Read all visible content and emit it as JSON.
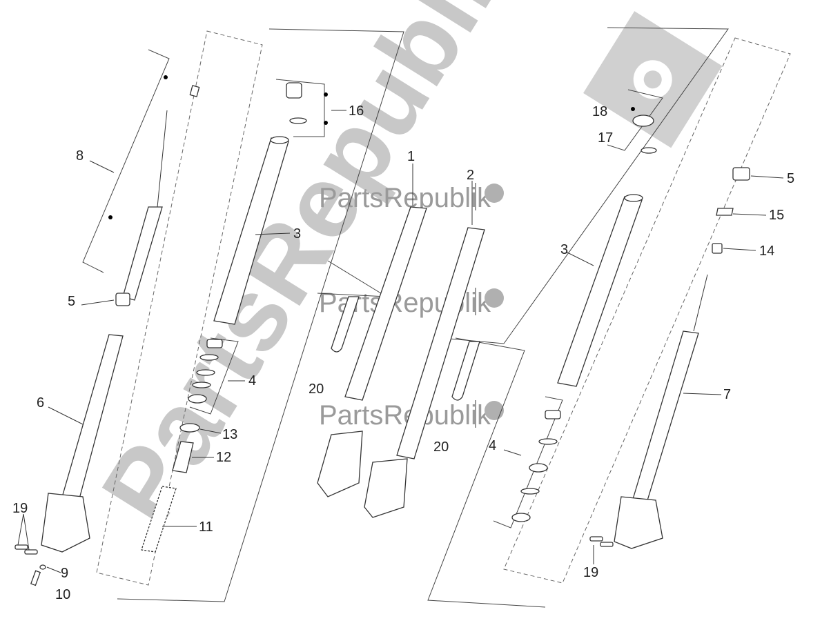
{
  "watermark": {
    "large_text": "PartsRepublik",
    "small_text": "PartsRepublik"
  },
  "callouts": {
    "n1": "1",
    "n2": "2",
    "n3_left": "3",
    "n3_right": "3",
    "n4_left": "4",
    "n4_right": "4",
    "n5_left": "5",
    "n5_right": "5",
    "n6": "6",
    "n7": "7",
    "n8": "8",
    "n9": "9",
    "n10": "10",
    "n11": "11",
    "n12": "12",
    "n13": "13",
    "n14": "14",
    "n15": "15",
    "n16": "16",
    "n17": "17",
    "n18": "18",
    "n19_left": "19",
    "n19_right": "19",
    "n20_left": "20",
    "n20_right": "20"
  },
  "colors": {
    "watermark_grey": "#c8c8c8",
    "line": "#333333"
  }
}
